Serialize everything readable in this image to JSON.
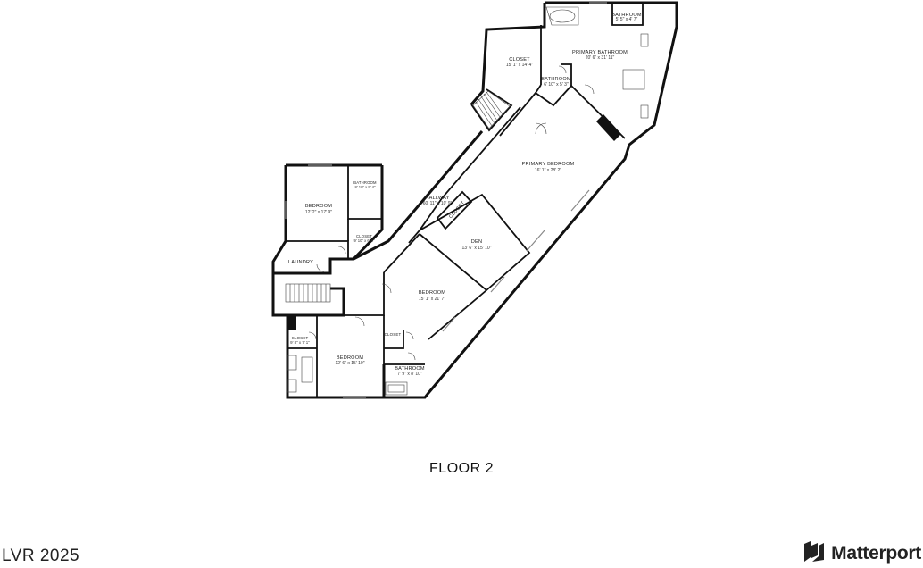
{
  "floor_label": "FLOOR 2",
  "watermark": "LVR 2025",
  "brand": {
    "name": "Matterport",
    "logo_icon": "matterport-logo-icon"
  },
  "rooms": [
    {
      "id": "closet-top",
      "name": "CLOSET",
      "dim": "15' 1\" x 14' 4\""
    },
    {
      "id": "bathroom-small-top",
      "name": "BATHROOM",
      "dim": "5' 5\" x 4' 7\""
    },
    {
      "id": "primary-bathroom",
      "name": "PRIMARY BATHROOM",
      "dim": "20' 6\" x 31' 11\""
    },
    {
      "id": "bathroom-mid",
      "name": "BATHROOM",
      "dim": "6' 10\" x 5' 3\""
    },
    {
      "id": "primary-bedroom",
      "name": "PRIMARY BEDROOM",
      "dim": "16' 1\" x 28' 2\""
    },
    {
      "id": "hallway",
      "name": "HALLWAY",
      "dim": "60' 11\" x 10' 9\""
    },
    {
      "id": "closet-diag",
      "name": "CLOSET",
      "dim": ""
    },
    {
      "id": "den",
      "name": "DEN",
      "dim": "13' 6\" x 15' 10\""
    },
    {
      "id": "bedroom-left-top",
      "name": "BEDROOM",
      "dim": "12' 2\" x 17' 9\""
    },
    {
      "id": "bathroom-left",
      "name": "BATHROOM",
      "dim": "8' 10\" x 9' 4\""
    },
    {
      "id": "closet-left",
      "name": "CLOSET",
      "dim": "9' 10\" x 6' 1\""
    },
    {
      "id": "laundry",
      "name": "LAUNDRY",
      "dim": ""
    },
    {
      "id": "bedroom-center",
      "name": "BEDROOM",
      "dim": "15' 1\" x 21' 7\""
    },
    {
      "id": "closet-small-bottom",
      "name": "CLOSET",
      "dim": ""
    },
    {
      "id": "bathroom-bottom",
      "name": "BATHROOM",
      "dim": "7' 9\" x 8' 10\""
    },
    {
      "id": "bedroom-bottom",
      "name": "BEDROOM",
      "dim": "12' 6\" x 15' 10\""
    },
    {
      "id": "closet-bottom-left",
      "name": "CLOSET",
      "dim": "9' 8\" x 7' 1\""
    }
  ]
}
